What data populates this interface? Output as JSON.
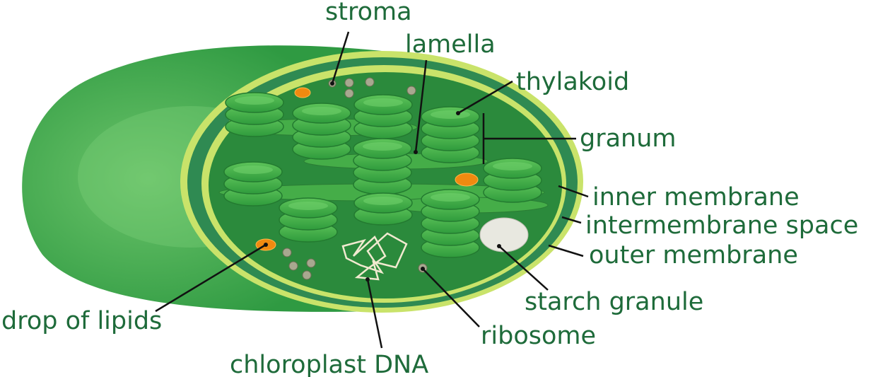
{
  "title": "Chloroplast structure",
  "labels": {
    "stroma": "stroma",
    "lamella": "lamella",
    "thylakoid": "thylakoid",
    "granum": "granum",
    "inner_membrane": "inner membrane",
    "intermembrane_space": "intermembrane space",
    "outer_membrane": "outer membrane",
    "starch_granule": "starch granule",
    "ribosome": "ribosome",
    "chloroplast_dna": "chloroplast DNA",
    "drop_of_lipids": "drop of lipids"
  },
  "colors": {
    "label": "#1e6b3a",
    "outer": "#3aa04a",
    "stroma": "#2e8b3e",
    "grana": "#4cb84c",
    "lipid": "#f08a10"
  }
}
